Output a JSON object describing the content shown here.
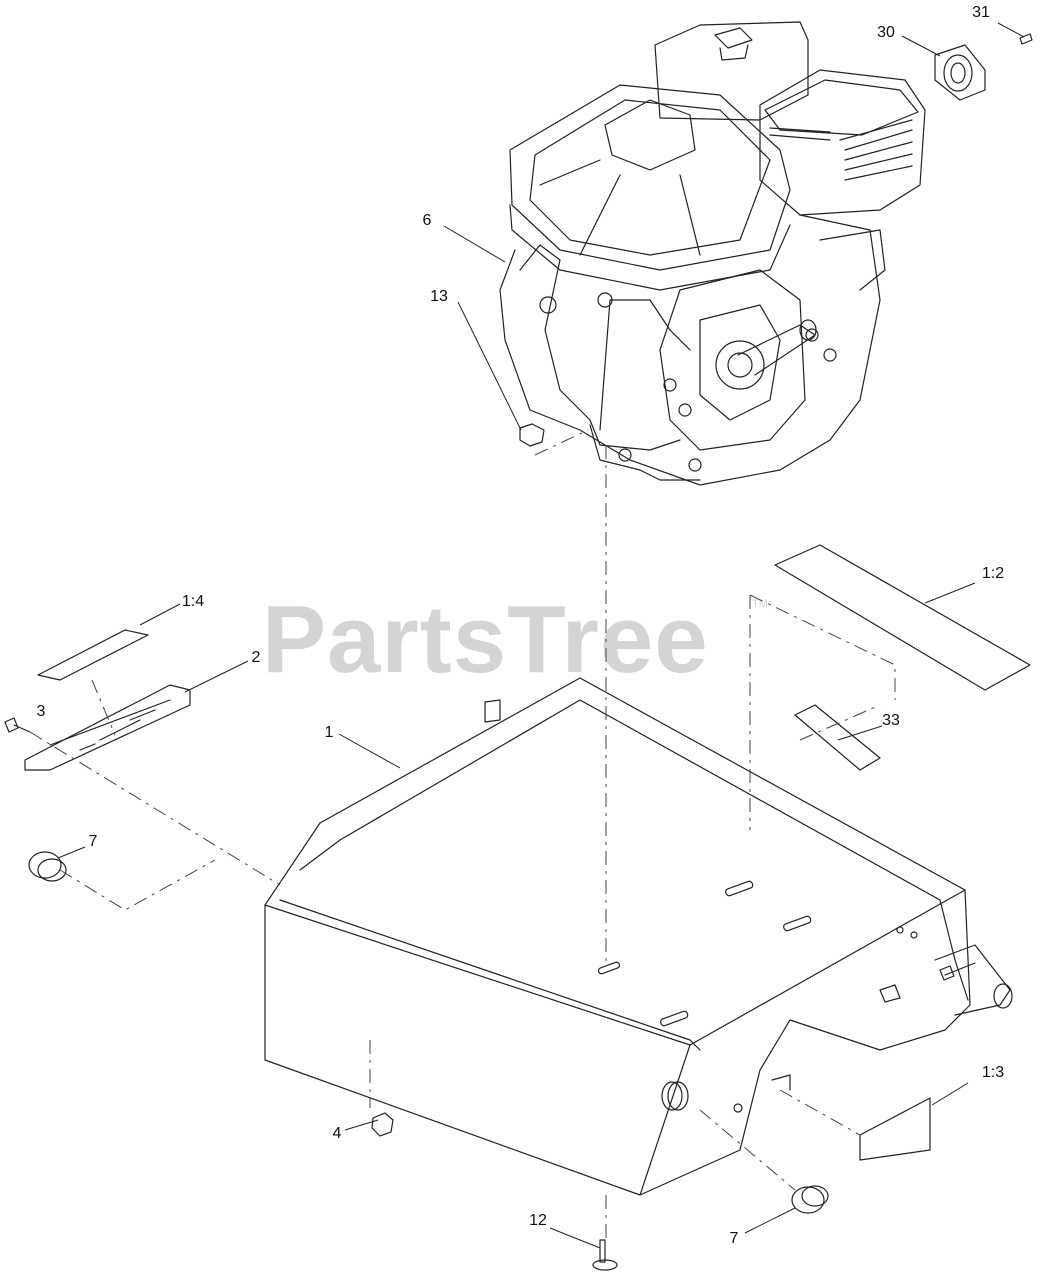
{
  "watermark": {
    "brand": "PartsTree",
    "trademark": "TM"
  },
  "callouts": [
    {
      "id": "c-31",
      "label": "31"
    },
    {
      "id": "c-30",
      "label": "30"
    },
    {
      "id": "c-6",
      "label": "6"
    },
    {
      "id": "c-13",
      "label": "13"
    },
    {
      "id": "c-1-2",
      "label": "1:2"
    },
    {
      "id": "c-1-4",
      "label": "1:4"
    },
    {
      "id": "c-2",
      "label": "2"
    },
    {
      "id": "c-3",
      "label": "3"
    },
    {
      "id": "c-1",
      "label": "1"
    },
    {
      "id": "c-33",
      "label": "33"
    },
    {
      "id": "c-7-left",
      "label": "7"
    },
    {
      "id": "c-4",
      "label": "4"
    },
    {
      "id": "c-1-3",
      "label": "1:3"
    },
    {
      "id": "c-12",
      "label": "12"
    },
    {
      "id": "c-7-right",
      "label": "7"
    }
  ],
  "colors": {
    "line": "#222222",
    "watermark": "#d4d4d4",
    "background": "#ffffff"
  }
}
